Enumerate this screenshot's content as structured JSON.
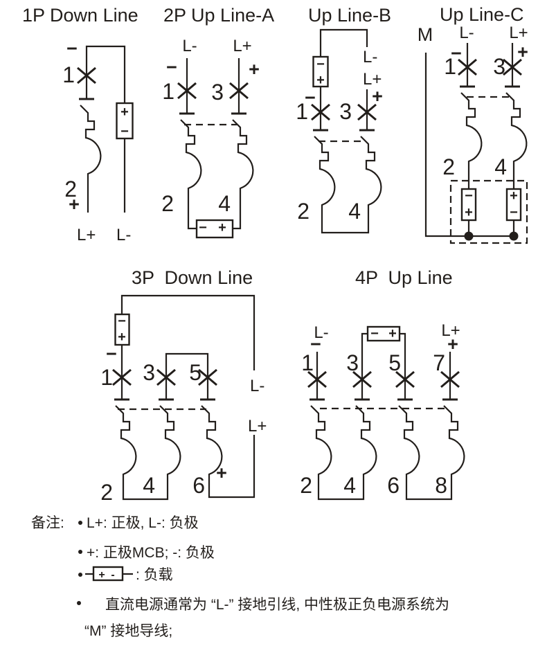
{
  "colors": {
    "ink": "#221e1b",
    "background": "#ffffff"
  },
  "diagrams": {
    "d1": {
      "title": "1P Down Line",
      "top_minus": "−",
      "t1": "1",
      "t2": "2",
      "bottom_plus": "+",
      "l_plus": "L+",
      "l_minus": "L-",
      "box_plus": "+",
      "box_minus": "−"
    },
    "d2": {
      "title": "2P Up Line-A",
      "l_minus": "L-",
      "l_plus": "L+",
      "sign_minus": "−",
      "sign_plus": "+",
      "t1": "1",
      "t3": "3",
      "t2": "2",
      "t4": "4",
      "box_minus": "−",
      "box_plus": "+"
    },
    "d3": {
      "title": "Up Line-B",
      "l_minus": "L-",
      "l_plus": "L+",
      "sign_minus": "−",
      "sign_plus": "+",
      "t1": "1",
      "t3": "3",
      "t2": "2",
      "t4": "4",
      "box_minus": "−",
      "box_plus": "+"
    },
    "d4": {
      "title": "Up Line-C",
      "m_label": "M",
      "l_minus": "L-",
      "l_plus": "L+",
      "sign_minus": "−",
      "sign_plus": "+",
      "t1": "1",
      "t3": "3",
      "t2": "2",
      "t4": "4",
      "box_left_minus": "−",
      "box_left_plus": "+",
      "box_right_plus": "+",
      "box_right_minus": "−"
    },
    "d5": {
      "title": "3P  Down Line",
      "box_minus": "−",
      "box_plus": "+",
      "sign_minus": "−",
      "sign_plus": "+",
      "t1": "1",
      "t3": "3",
      "t5": "5",
      "l_minus": "L-",
      "l_plus": "L+",
      "t2": "2",
      "t4": "4",
      "t6": "6"
    },
    "d6": {
      "title": "4P  Up Line",
      "l_minus": "L-",
      "l_plus": "L+",
      "box_minus": "−",
      "box_plus": "+",
      "sign_minus": "−",
      "sign_plus": "+",
      "t1": "1",
      "t3": "3",
      "t5": "5",
      "t7": "7",
      "t2": "2",
      "t4": "4",
      "t6": "6",
      "t8": "8"
    }
  },
  "notes": {
    "heading": "备注:",
    "item1": "L+: 正极, L-: 负极",
    "item2": "+: 正极MCB; -: 负极",
    "item3_symbol_plus": "+",
    "item3_symbol_minus": "-",
    "item3_text": ": 负载",
    "item4": "直流电源通常为 “L-” 接地引线, 中性极正负电源系统为",
    "item5": "“M” 接地导线;"
  }
}
